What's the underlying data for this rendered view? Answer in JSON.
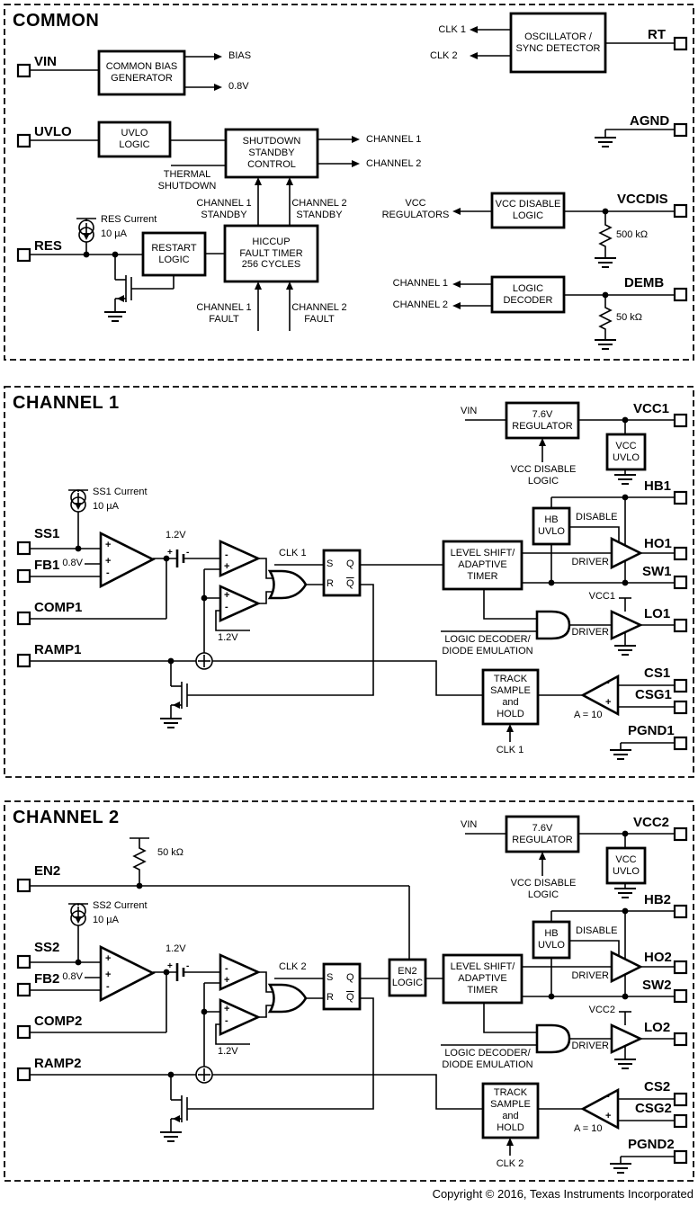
{
  "common": {
    "title": "COMMON",
    "pins": {
      "vin": "VIN",
      "uvlo": "UVLO",
      "res": "RES",
      "rt": "RT",
      "agnd": "AGND",
      "vccdis": "VCCDIS",
      "demb": "DEMB"
    },
    "blocks": {
      "bias_gen": "COMMON BIAS\nGENERATOR",
      "uvlo_logic": "UVLO\nLOGIC",
      "shutdown": "SHUTDOWN\nSTANDBY\nCONTROL",
      "restart": "RESTART\nLOGIC",
      "hiccup": "HICCUP\nFAULT TIMER\n256 CYCLES",
      "osc": "OSCILLATOR /\nSYNC DETECTOR",
      "vcc_disable": "VCC DISABLE\nLOGIC",
      "decoder": "LOGIC\nDECODER"
    },
    "labels": {
      "bias": "BIAS",
      "v08": "0.8V",
      "clk1": "CLK 1",
      "clk2": "CLK 2",
      "ch1": "CHANNEL 1",
      "ch2": "CHANNEL 2",
      "thermal": "THERMAL\nSHUTDOWN",
      "ch1_standby": "CHANNEL 1\nSTANDBY",
      "ch2_standby": "CHANNEL 2\nSTANDBY",
      "ch1_fault": "CHANNEL 1\nFAULT",
      "ch2_fault": "CHANNEL 2\nFAULT",
      "res_current": "RES Current",
      "res_current_val": "10 µA",
      "vcc_regulators": "VCC\nREGULATORS",
      "r500k": "500 kΩ",
      "dec_ch1": "CHANNEL 1",
      "dec_ch2": "CHANNEL 2",
      "r50k": "50 kΩ"
    }
  },
  "channel1": {
    "title": "CHANNEL 1",
    "pins": {
      "ss": "SS1",
      "fb": "FB1",
      "comp": "COMP1",
      "ramp": "RAMP1",
      "vcc": "VCC1",
      "hb": "HB1",
      "ho": "HO1",
      "sw": "SW1",
      "lo": "LO1",
      "cs": "CS1",
      "csg": "CSG1",
      "pgnd": "PGND1"
    },
    "blocks": {
      "regulator": "7.6V\nREGULATOR",
      "vcc_uvlo": "VCC\nUVLO",
      "hb_uvlo": "HB\nUVLO",
      "level_shift": "LEVEL SHIFT/\nADAPTIVE\nTIMER",
      "track": "TRACK\nSAMPLE\nand\nHOLD"
    },
    "latch": {
      "s": "S",
      "q": "Q",
      "r": "R",
      "q_bar": "Q"
    },
    "labels": {
      "vin": "VIN",
      "vcc_disable": "VCC DISABLE\nLOGIC",
      "disable": "DISABLE",
      "driver_hi": "DRIVER",
      "driver_lo": "DRIVER",
      "vcc_rail": "VCC1",
      "clk_in": "CLK 1",
      "clk_sh": "CLK 1",
      "ss_current": "SS1 Current",
      "ss_current_val": "10 µA",
      "v08": "0.8V",
      "v12_top": "1.2V",
      "v12_bot": "1.2V",
      "plus": "+",
      "minus": "-",
      "decoder": "LOGIC DECODER/\nDIODE EMULATION",
      "gain": "A = 10"
    }
  },
  "channel2": {
    "title": "CHANNEL 2",
    "pins": {
      "en": "EN2",
      "ss": "SS2",
      "fb": "FB2",
      "comp": "COMP2",
      "ramp": "RAMP2",
      "vcc": "VCC2",
      "hb": "HB2",
      "ho": "HO2",
      "sw": "SW2",
      "lo": "LO2",
      "cs": "CS2",
      "csg": "CSG2",
      "pgnd": "PGND2"
    },
    "blocks": {
      "regulator": "7.6V\nREGULATOR",
      "vcc_uvlo": "VCC\nUVLO",
      "hb_uvlo": "HB\nUVLO",
      "en_logic": "EN2\nLOGIC",
      "level_shift": "LEVEL SHIFT/\nADAPTIVE\nTIMER",
      "track": "TRACK\nSAMPLE\nand\nHOLD"
    },
    "latch": {
      "s": "S",
      "q": "Q",
      "r": "R",
      "q_bar": "Q"
    },
    "labels": {
      "vin": "VIN",
      "vcc_disable": "VCC DISABLE\nLOGIC",
      "disable": "DISABLE",
      "driver_hi": "DRIVER",
      "driver_lo": "DRIVER",
      "vcc_rail": "VCC2",
      "clk_in": "CLK 2",
      "clk_sh": "CLK 2",
      "ss_current": "SS2 Current",
      "ss_current_val": "10 µA",
      "r50k": "50 kΩ",
      "v08": "0.8V",
      "v12_top": "1.2V",
      "v12_bot": "1.2V",
      "plus": "+",
      "minus": "-",
      "decoder": "LOGIC DECODER/\nDIODE EMULATION",
      "gain": "A = 10"
    }
  },
  "footer": {
    "copyright": "Copyright © 2016, Texas Instruments Incorporated"
  }
}
